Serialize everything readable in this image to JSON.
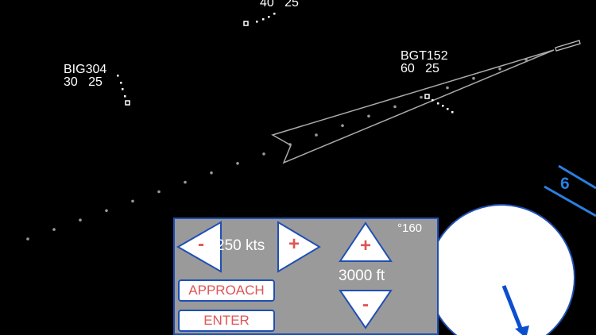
{
  "aircraft": [
    {
      "callsign": "",
      "altitude": "40",
      "speed": "25"
    },
    {
      "callsign": "BIG304",
      "altitude": "30",
      "speed": "25"
    },
    {
      "callsign": "BGT152",
      "altitude": "60",
      "speed": "25"
    }
  ],
  "runway": {
    "number": "6"
  },
  "control_panel": {
    "speed_label": "250 kts",
    "speed_decrease": "-",
    "speed_increase": "+",
    "altitude_label": "3000 ft",
    "altitude_increase": "+",
    "altitude_decrease": "-",
    "heading_label": "°160",
    "approach_button": "APPROACH",
    "enter_button": "ENTER"
  },
  "colors": {
    "panel": "#9a9a9a",
    "accent": "#1f4fb5",
    "button_text": "#e05555",
    "radar_bg": "#000000"
  }
}
